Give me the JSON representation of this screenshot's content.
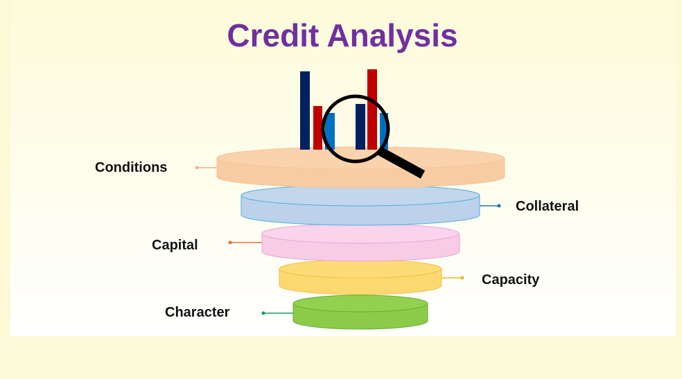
{
  "title": "Credit Analysis",
  "colors": {
    "title": "#7030a0",
    "conditions": "#f9cfa6",
    "collateral": "#bcd3ea",
    "capital": "#f9cde9",
    "capacity": "#fddc78",
    "character": "#92d050"
  },
  "layers": [
    {
      "label": "Conditions"
    },
    {
      "label": "Collateral"
    },
    {
      "label": "Capital"
    },
    {
      "label": "Capacity"
    },
    {
      "label": "Character"
    }
  ]
}
